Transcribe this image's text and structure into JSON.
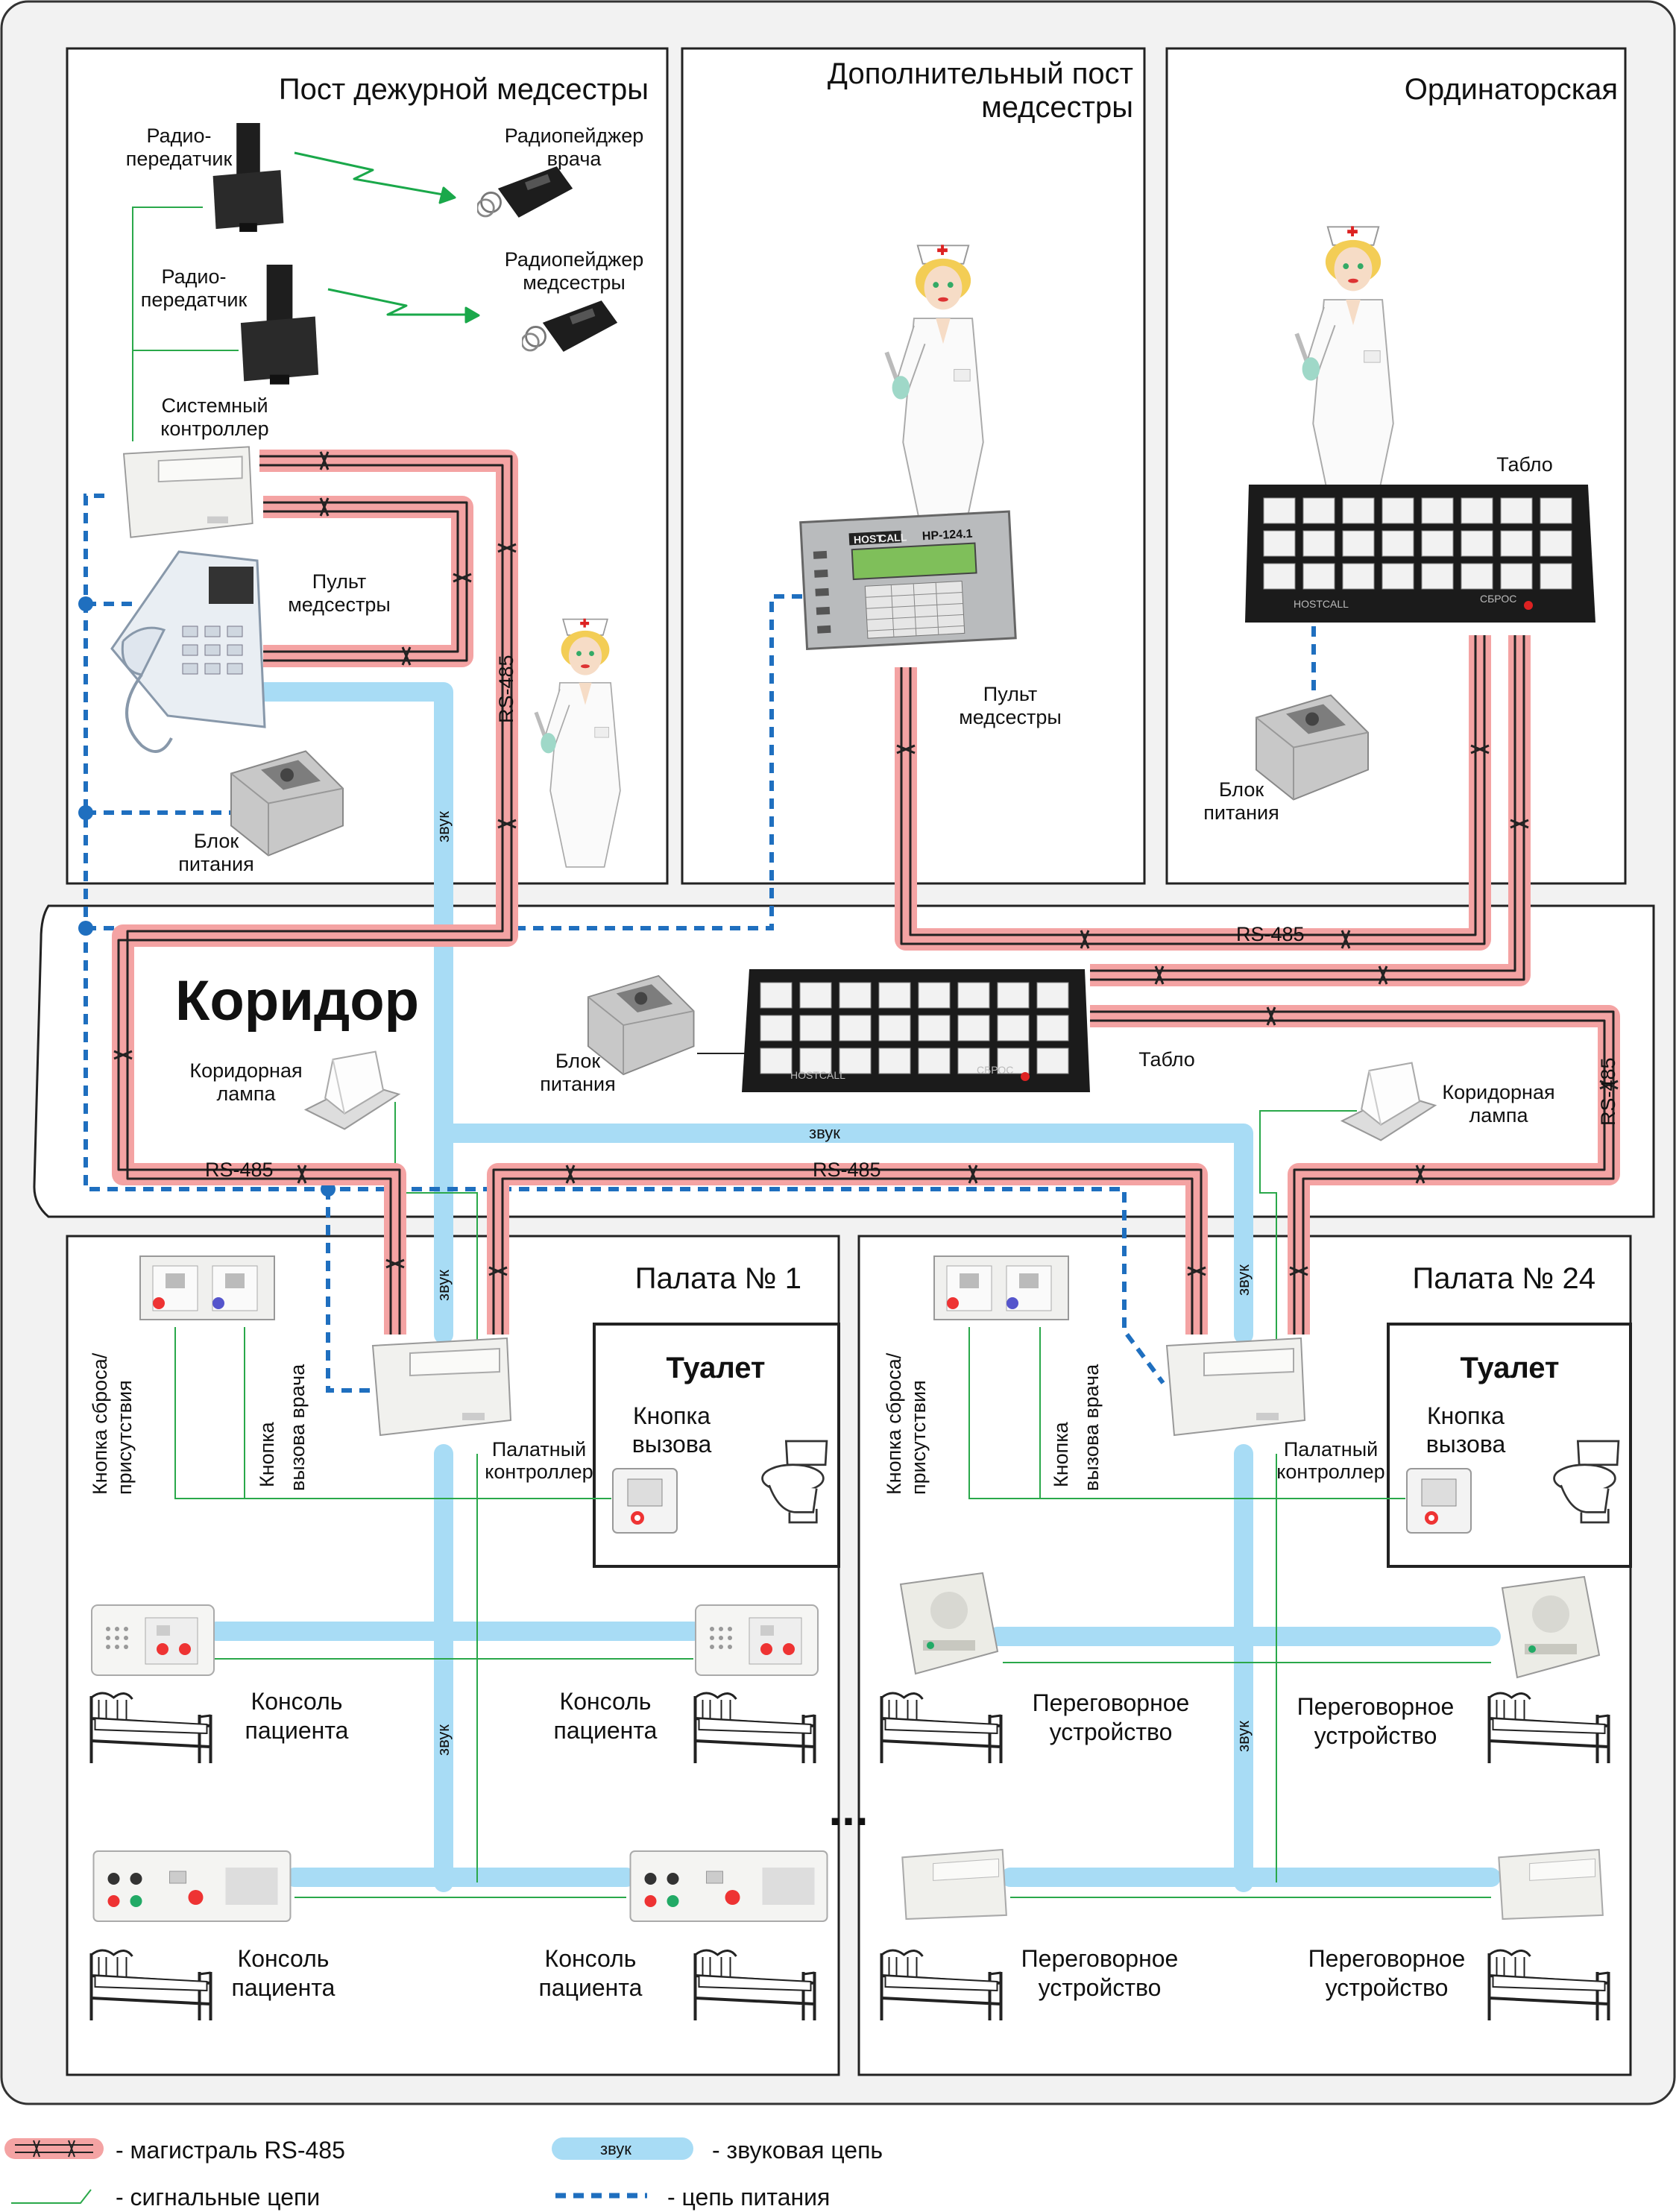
{
  "rooms": {
    "nurse_station": "Пост дежурной медсестры",
    "extra_post": [
      "Дополнительный пост",
      "медсестры"
    ],
    "doctors_room": "Ординаторская",
    "corridor": "Коридор",
    "ward1": "Палата № 1",
    "ward24": "Палата № 24",
    "toilet": "Туалет"
  },
  "labels": {
    "radio_tx": [
      "Радио-",
      "передатчик"
    ],
    "pager_doctor": [
      "Радиопейджер",
      "врача"
    ],
    "pager_nurse": [
      "Радиопейджер",
      "медсестры"
    ],
    "system_controller": [
      "Системный",
      "контроллер"
    ],
    "nurse_console": [
      "Пульт",
      "медсестры"
    ],
    "power_unit": [
      "Блок",
      "питания"
    ],
    "display_board": "Табло",
    "corridor_lamp": [
      "Коридорная",
      "лампа"
    ],
    "rs485": "RS-485",
    "sound": "звук",
    "reset_button": [
      "Кнопка сброса/",
      "присутствия"
    ],
    "doctor_call_button": [
      "Кнопка",
      "вызова врача"
    ],
    "ward_controller": [
      "Палатный",
      "контроллер"
    ],
    "call_button": [
      "Кнопка",
      "вызова"
    ],
    "patient_console": [
      "Консоль",
      "пациента"
    ],
    "intercom": [
      "Переговорное",
      "устройство"
    ],
    "ellipsis": "...",
    "console_model": "НР-124.1",
    "hostcall": "HOSTCALL",
    "reset_text": "СБРОС",
    "host_word": "HOST",
    "call_word": "CALL"
  },
  "legend": {
    "rs485": "- магистраль RS-485",
    "sound_swatch": "звук",
    "sound": "- звуковая цепь",
    "signal": "- сигнальные цепи",
    "power": "- цепь питания"
  },
  "colors": {
    "rs485": "#f4a3a3",
    "sound": "#a8dcf5",
    "signal": "#2aa84a",
    "power": "#1f6fbf",
    "arrow": "#1aa84a"
  },
  "icons": [
    "nurse-figure-icon",
    "pager-icon",
    "radio-transmitter-icon",
    "telephone-console-icon",
    "power-unit-icon",
    "display-board-icon",
    "corridor-lamp-icon",
    "wall-button-icon",
    "toilet-icon",
    "bed-icon",
    "patient-console-icon",
    "intercom-icon"
  ]
}
